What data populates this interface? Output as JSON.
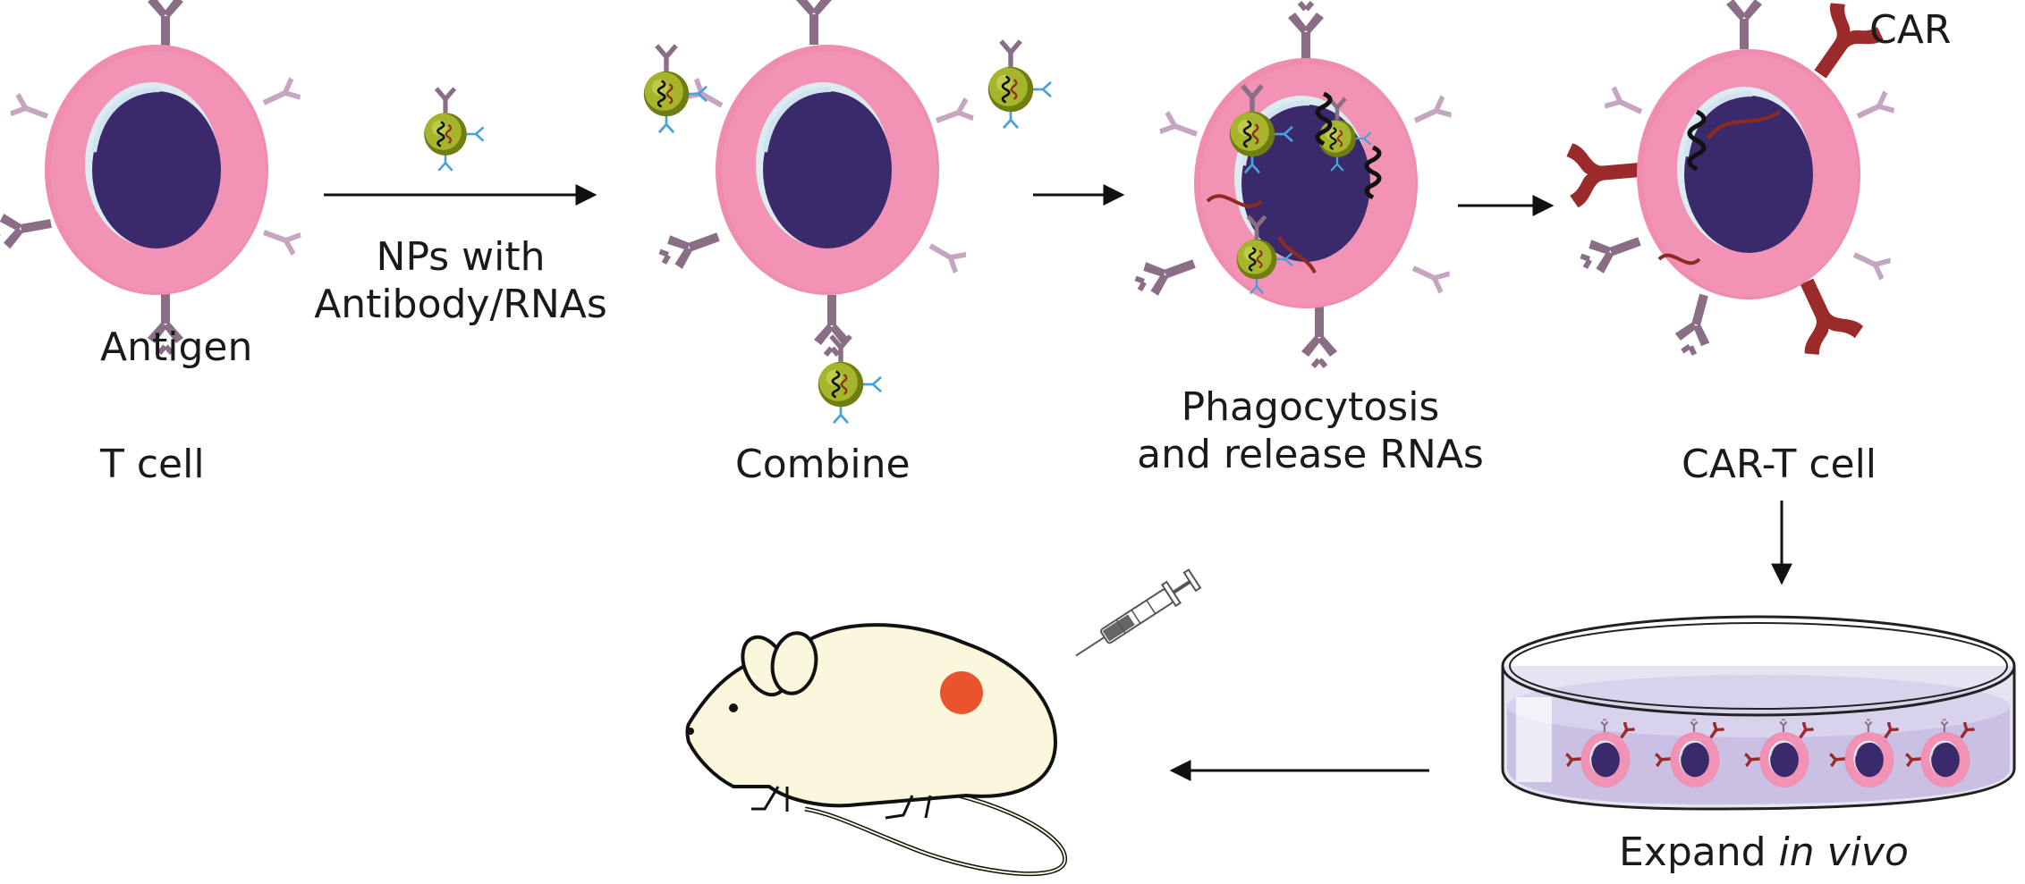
{
  "labels": {
    "antigen": "Antigen",
    "t_cell": "T cell",
    "nps_line1": "NPs with",
    "nps_line2": "Antibody/RNAs",
    "combine": "Combine",
    "phago_line1": "Phagocytosis",
    "phago_line2": "and release RNAs",
    "car": "CAR",
    "car_t_cell": "CAR-T cell",
    "expand_prefix": "Expand ",
    "expand_italic": "in vivo"
  },
  "colors": {
    "membrane": "#f08cb0",
    "membrane_edge": "#e87aa3",
    "nucleus": "#3b2a6b",
    "nucleus_ring": "#cfe3f0",
    "antigen": "#8a6e86",
    "antigen_light": "#c5a6c1",
    "car": "#9b2a2a",
    "np_shell": "#8a9a22",
    "np_core": "#b5c232",
    "np_antibody": "#4aa0d8",
    "rna_dark": "#111111",
    "rna_red": "#8e2a20",
    "mouse_body": "#fbf7dc",
    "tumor": "#e9542f",
    "dish_liquid": "#cfc7e6",
    "arrow": "#111111"
  },
  "icons": [
    "t-cell-icon",
    "nanoparticle-icon",
    "syringe-icon",
    "mouse-icon",
    "petri-dish-icon",
    "arrow-icon"
  ]
}
